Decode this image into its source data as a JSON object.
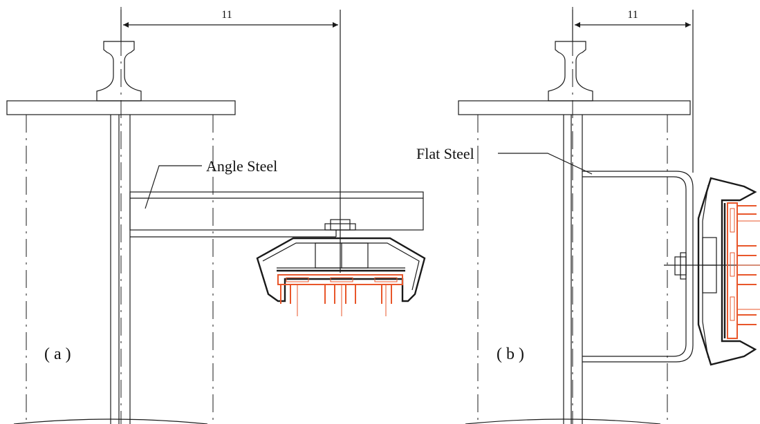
{
  "panel_a": {
    "label": "( a )",
    "dimension": "11",
    "callout": "Angle Steel"
  },
  "panel_b": {
    "label": "( b )",
    "dimension": "11",
    "callout": "Flat Steel"
  },
  "colors": {
    "line": "#1a1a1a",
    "conductor": "#e8562a",
    "background": "#ffffff"
  }
}
